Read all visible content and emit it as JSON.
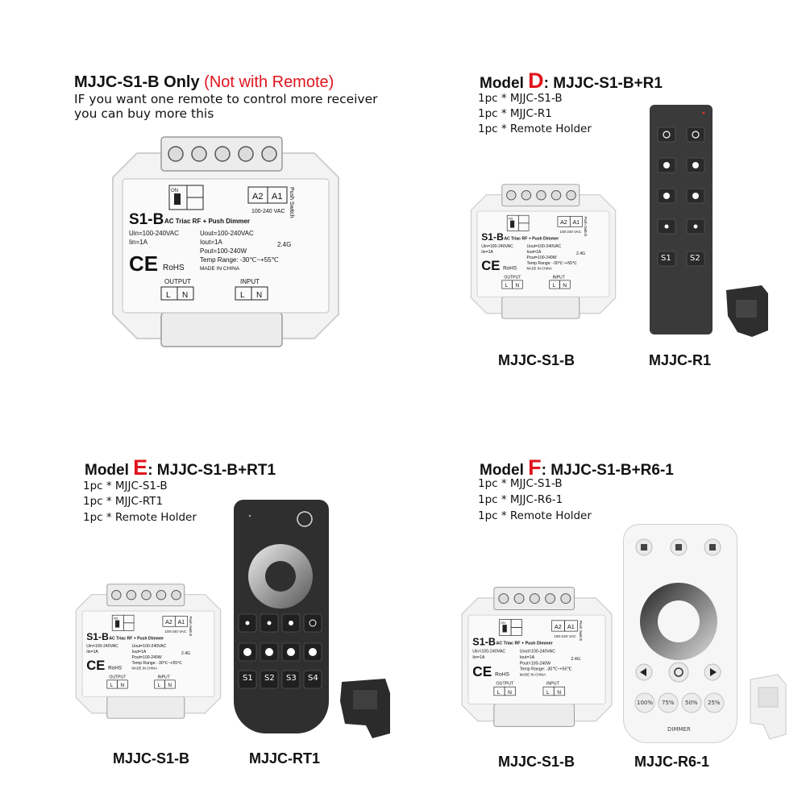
{
  "top": {
    "title": "MJJC-S1-B Only",
    "title_note": "(Not with Remote)",
    "line1": "IF you want one remote to control more receiver",
    "line2": "you can buy more this"
  },
  "device_label": {
    "model": "S1-B",
    "desc": "AC Triac RF + Push Dimmer",
    "uin": "Uin=100-240VAC",
    "iin": "Iin=1A",
    "uout": "Uout=100-240VAC",
    "iout": "Iout=1A",
    "pout": "Pout=100-240W",
    "temp": "Temp Range: -30℃~+55℃",
    "made": "MADE IN CHINA",
    "freq": "2.4G",
    "ce": "CE",
    "rohs": "RoHS",
    "output": "OUTPUT",
    "input": "INPUT",
    "l": "L",
    "n": "N",
    "a2": "A2",
    "a1": "A1",
    "vac": "100-240 VAC",
    "push": "Push Switch",
    "on": "ON"
  },
  "model_d": {
    "prefix": "Model ",
    "letter": "D",
    "name": ":  MJJC-S1-B+R1",
    "items": [
      "1pc * MJJC-S1-B",
      "1pc * MJJC-R1",
      "1pc * Remote Holder"
    ],
    "caption_left": "MJJC-S1-B",
    "caption_right": "MJJC-R1",
    "remote_buttons": [
      "S1",
      "S2"
    ]
  },
  "model_e": {
    "prefix": "Model ",
    "letter": "E",
    "name": ":  MJJC-S1-B+RT1",
    "items": [
      "1pc * MJJC-S1-B",
      "1pc * MJJC-RT1",
      "1pc * Remote Holder"
    ],
    "caption_left": "MJJC-S1-B",
    "caption_right": "MJJC-RT1",
    "remote_buttons": [
      "S1",
      "S2",
      "S3",
      "S4"
    ]
  },
  "model_f": {
    "prefix": "Model ",
    "letter": "F",
    "name": ":  MJJC-S1-B+R6-1",
    "items": [
      "1pc * MJJC-S1-B",
      "1pc * MJJC-R6-1",
      "1pc * Remote Holder"
    ],
    "caption_left": "MJJC-S1-B",
    "caption_right": "MJJC-R6-1",
    "remote_buttons": [
      "100%",
      "75%",
      "50%",
      "25%"
    ],
    "remote_label": "DIMMER"
  },
  "colors": {
    "accent_red": "#e0141e",
    "remote_dark": "#3a3a3a",
    "device_white": "#f4f4f4"
  }
}
